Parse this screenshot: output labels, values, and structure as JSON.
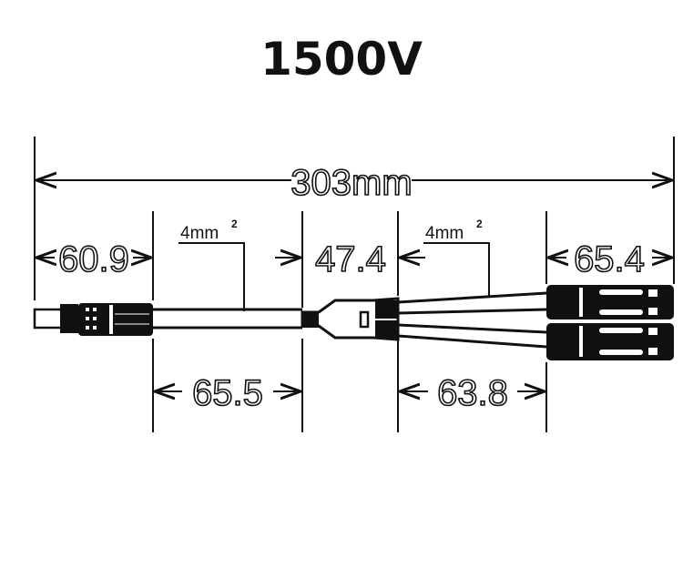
{
  "title": "1500V",
  "dimensions": {
    "total": "303mm",
    "left_connector": "60.9",
    "branch_splitter": "47.4",
    "right_connector": "65.4",
    "main_cable": "65.5",
    "branch_cable": "63.8"
  },
  "labels": {
    "main_cable_section": "4mm",
    "branch_cable_section": "4mm",
    "superscript": "2"
  }
}
